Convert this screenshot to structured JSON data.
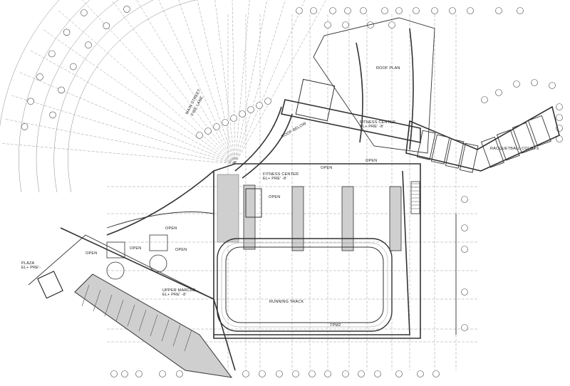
{
  "drawing": {
    "labels": {
      "main_street": "MAIN STREET",
      "fire_lane": "FIRE LANE",
      "roof_plan": "ROOF PLAN",
      "fitness_center_upper": "FITNESS CENTER",
      "fitness_center_upper_elev": "EL+ PRE' -8'",
      "fitness_center_lower": "FITNESS CENTER",
      "fitness_center_lower_elev": "EL+ PRE' -8'",
      "roof_below": "ROOF BELOW",
      "racquetball_courts": "RACQUETBALL COURTS",
      "running_track": "RUNNING TRACK",
      "upper_marche": "UPPER MARCHE",
      "upper_marche_elev": "EL+ PRE' -8'",
      "plaza": "PLAZA",
      "plaza_elev": "EL+ PRE'-",
      "track_tag": "TPM2",
      "open": "OPEN"
    },
    "colors": {
      "line": "#333333",
      "fill_gray": "#cfcfcf",
      "background": "#ffffff"
    }
  }
}
